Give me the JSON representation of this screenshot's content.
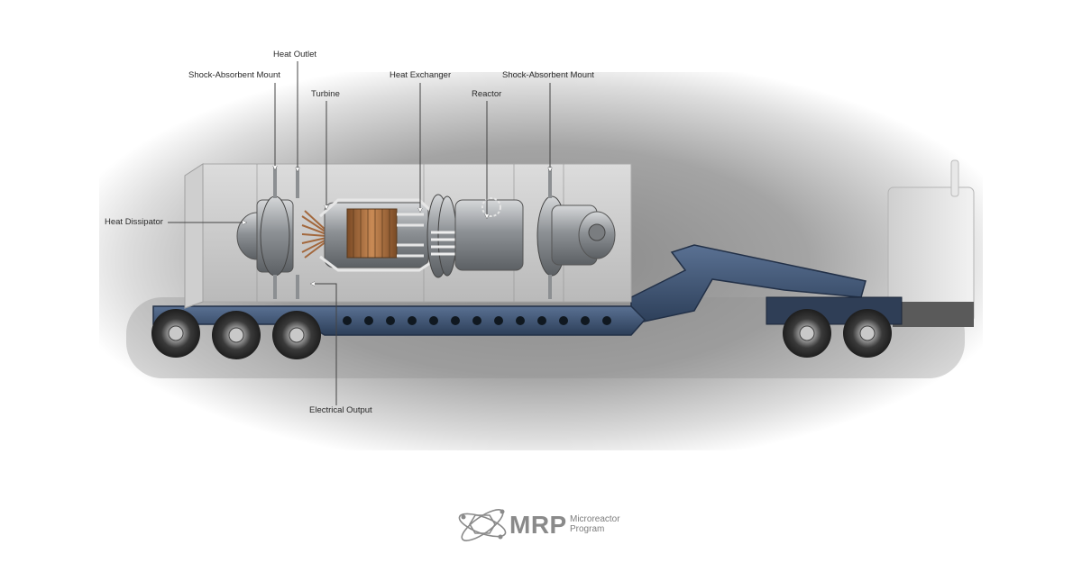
{
  "labels": {
    "heat_outlet": "Heat Outlet",
    "shock_mount_left": "Shock-Absorbent Mount",
    "turbine": "Turbine",
    "heat_exchanger": "Heat Exchanger",
    "reactor": "Reactor",
    "shock_mount_right": "Shock-Absorbent Mount",
    "heat_dissipator": "Heat Dissipator",
    "electrical_output": "Electrical Output"
  },
  "logo": {
    "abbreviation": "MRP",
    "name": "Microreactor Program"
  },
  "colors": {
    "trailer": "#3c5273",
    "container": "#c8c8c8",
    "metal": "#9a9da0",
    "copper": "#a3683d",
    "logo_gray": "#8a8a8a"
  }
}
